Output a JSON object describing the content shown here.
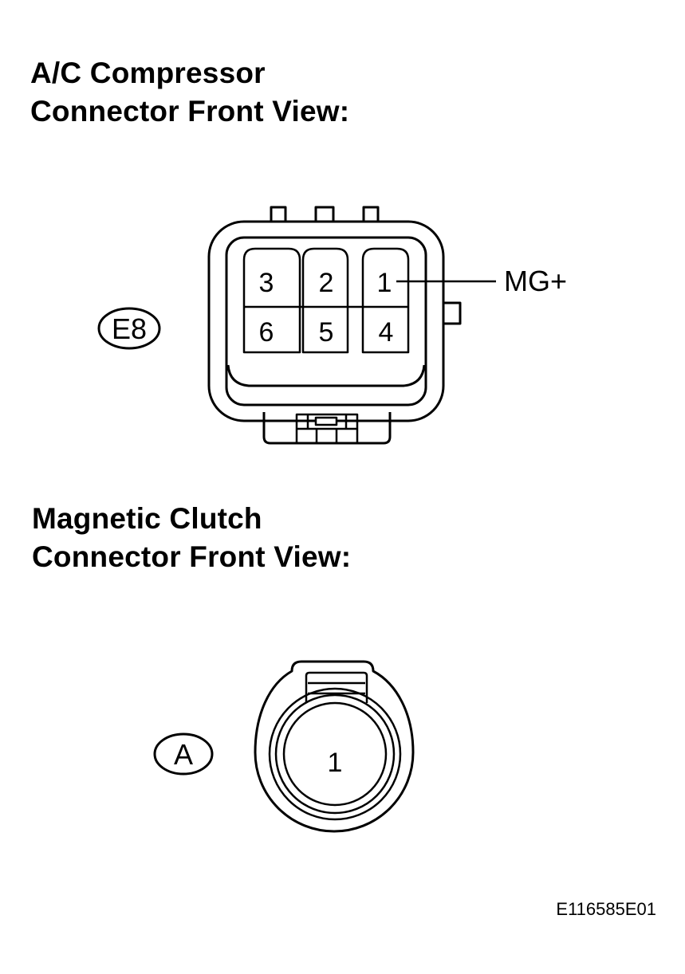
{
  "sections": [
    {
      "title_line1": "A/C Compressor",
      "title_line2": "Connector Front View:",
      "connector_code": "E8",
      "pins": [
        "3",
        "2",
        "1",
        "6",
        "5",
        "4"
      ],
      "pin_label": "MG+"
    },
    {
      "title_line1": "Magnetic Clutch",
      "title_line2": "Connector Front View:",
      "connector_code": "A",
      "pins": [
        "1"
      ]
    }
  ],
  "figure_code": "E116585E01"
}
